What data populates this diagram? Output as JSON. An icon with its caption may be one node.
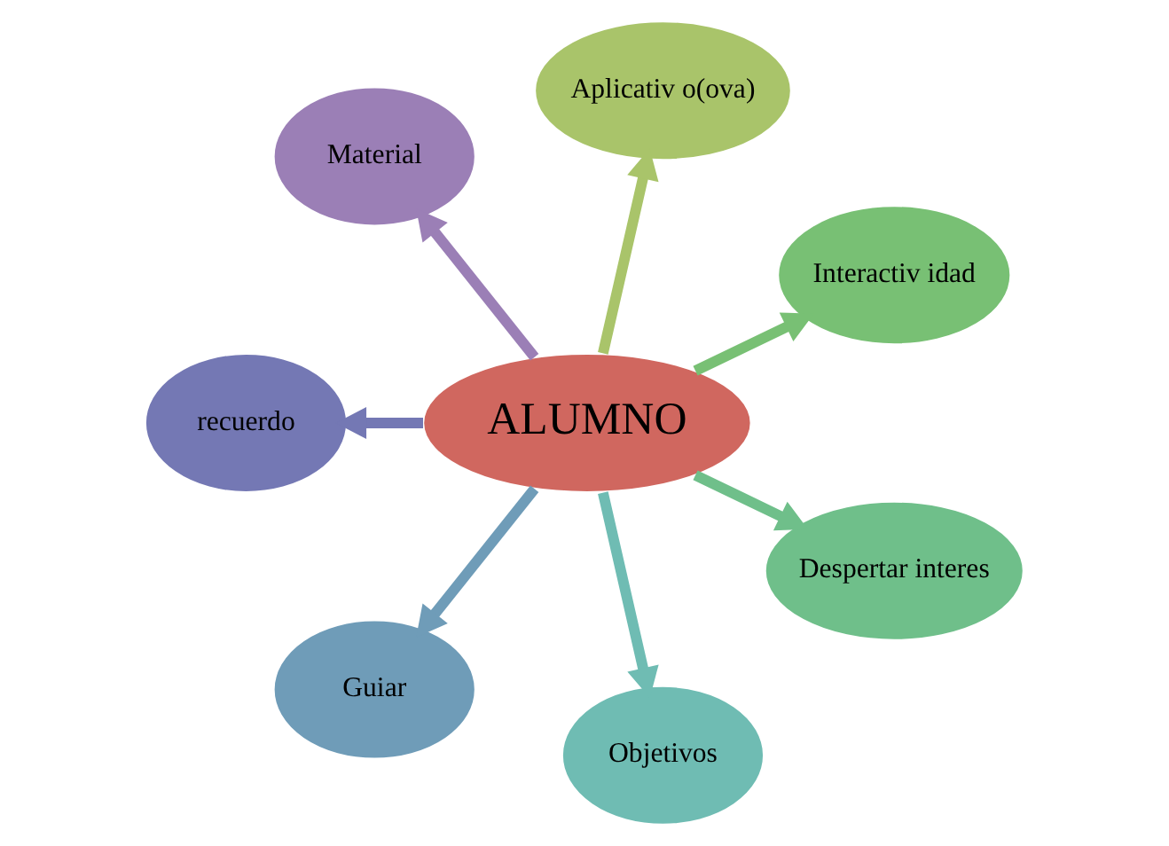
{
  "diagram": {
    "nodes": [
      {
        "text": [
          "ALUMNO"
        ]
      },
      {
        "text": [
          "Interactiv idad"
        ]
      },
      {
        "text": [
          "Aplicativ o(ova)"
        ]
      },
      {
        "text": [
          "Material"
        ]
      },
      {
        "text": [
          "recuerdo"
        ]
      },
      {
        "text": [
          "Guiar"
        ]
      },
      {
        "text": [
          "Objetivos"
        ]
      },
      {
        "text": [
          "Despertar interes"
        ]
      }
    ],
    "edges": [
      {
        "from": 0,
        "to": 1,
        "arrow": "to",
        "color": "#78c074"
      },
      {
        "from": 0,
        "to": 2,
        "arrow": "to",
        "color": "#a9c46a"
      },
      {
        "from": 0,
        "to": 3,
        "arrow": "to",
        "color": "#9b7fb6"
      },
      {
        "from": 0,
        "to": 4,
        "arrow": "to",
        "color": "#7478b4"
      },
      {
        "from": 0,
        "to": 5,
        "arrow": "to",
        "color": "#6f9cb8"
      },
      {
        "from": 0,
        "to": 6,
        "arrow": "to",
        "color": "#6fbcb3"
      },
      {
        "from": 0,
        "to": 7,
        "arrow": "to",
        "color": "#6fbf8a"
      }
    ]
  }
}
